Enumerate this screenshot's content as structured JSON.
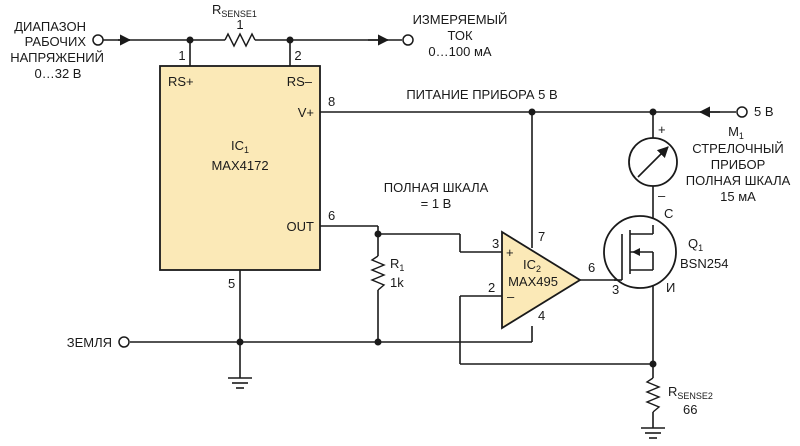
{
  "colors": {
    "component_fill": "#fbe9b7",
    "line": "#1a1a1a"
  },
  "labels": {
    "voltage_range": [
      "ДИАПАЗОН",
      "РАБОЧИХ",
      "НАПРЯЖЕНИЙ",
      "0…32 В"
    ],
    "measured_current": [
      "ИЗМЕРЯЕМЫЙ",
      "ТОК",
      "0…100 мА"
    ],
    "supply": "ПИТАНИЕ ПРИБОРА 5 В",
    "supply_terminal": "5 В",
    "full_scale_voltage": [
      "ПОЛНАЯ ШКАЛА",
      "= 1 В"
    ],
    "meter": {
      "ref": "M",
      "sub": "1",
      "lines": [
        "СТРЕЛОЧНЫЙ",
        "ПРИБОР",
        "ПОЛНАЯ ШКАЛА",
        "15 мА"
      ]
    },
    "ground": "ЗЕМЛЯ"
  },
  "components": {
    "rsense1": {
      "ref": "R",
      "sub": "SENSE1",
      "value": "1"
    },
    "rsense2": {
      "ref": "R",
      "sub": "SENSE2",
      "value": "66"
    },
    "r1": {
      "ref": "R",
      "sub": "1",
      "value": "1k"
    },
    "ic1": {
      "ref": "IC",
      "sub": "1",
      "part": "MAX4172",
      "pins": {
        "rsp": "RS+",
        "rsm": "RS–",
        "vp": "V+",
        "out": "OUT"
      }
    },
    "ic2": {
      "ref": "IC",
      "sub": "2",
      "part": "MAX495",
      "plus": "+",
      "minus": "–"
    },
    "q1": {
      "ref": "Q",
      "sub": "1",
      "part": "BSN254",
      "drain": "С",
      "source": "И"
    }
  },
  "pin_numbers": {
    "ic1_rsp": "1",
    "ic1_rsm": "2",
    "ic1_vp": "8",
    "ic1_out": "6",
    "ic1_gnd": "5",
    "ic2_plus": "3",
    "ic2_minus": "2",
    "ic2_vcc": "7",
    "ic2_gnd": "4",
    "ic2_out": "6",
    "q1_gate": "3"
  },
  "meter_polarity": {
    "plus": "+",
    "minus": "–"
  }
}
